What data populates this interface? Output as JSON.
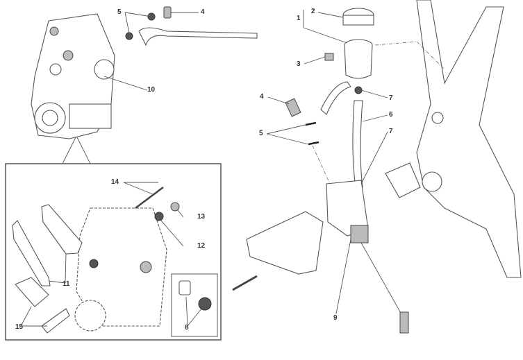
{
  "diagram": {
    "title": "Rear brake system exploded view",
    "callouts": [
      {
        "id": "c1",
        "text": "1"
      },
      {
        "id": "c2",
        "text": "2"
      },
      {
        "id": "c3",
        "text": "3"
      },
      {
        "id": "c4a",
        "text": "4"
      },
      {
        "id": "c5a",
        "text": "5"
      },
      {
        "id": "c6",
        "text": "6"
      },
      {
        "id": "c7a",
        "text": "7"
      },
      {
        "id": "c7b",
        "text": "7"
      },
      {
        "id": "c9",
        "text": "9"
      },
      {
        "id": "c4b",
        "text": "4"
      },
      {
        "id": "c5b",
        "text": "5"
      },
      {
        "id": "c10",
        "text": "10"
      },
      {
        "id": "c14",
        "text": "14"
      },
      {
        "id": "c13",
        "text": "13"
      },
      {
        "id": "c12",
        "text": "12"
      },
      {
        "id": "c11",
        "text": "11"
      },
      {
        "id": "c15",
        "text": "15"
      },
      {
        "id": "c8",
        "text": "8"
      }
    ]
  }
}
